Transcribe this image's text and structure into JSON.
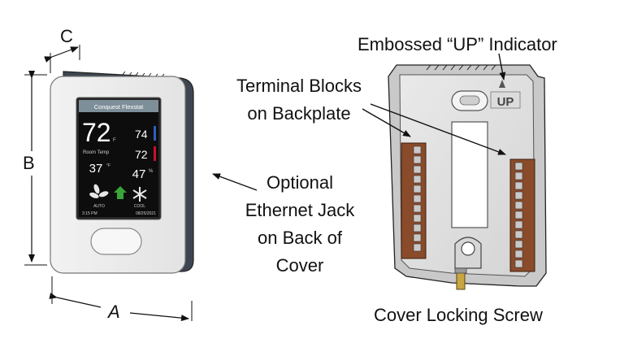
{
  "dimensions": {
    "a": "A",
    "b": "B",
    "c": "C"
  },
  "thermostat": {
    "brand": "Conquest Flexstat",
    "main_temp": "72",
    "main_unit": "F",
    "setpoint_top": "74",
    "setpoint_bottom": "72",
    "room_label": "Room Temp",
    "secondary_temp": "37",
    "secondary_unit": "°F",
    "humidity_value": "47",
    "humidity_unit": "%",
    "fan_label": "AUTO",
    "mode_label": "COOL",
    "clock_text": "3:15 PM",
    "date_text": "08/25/2021"
  },
  "labels": {
    "up_indicator": "Embossed “UP” Indicator",
    "terminal_line1": "Terminal Blocks",
    "terminal_line2": "on Backplate",
    "ethernet_line1": "Optional",
    "ethernet_line2": "Ethernet Jack",
    "ethernet_line3": "on Back of",
    "ethernet_line4": "Cover",
    "screw": "Cover Locking Screw"
  },
  "backplate": {
    "embossed_text": "UP"
  },
  "colors": {
    "screen_bg": "#0d0d0d",
    "green": "#3aa53a",
    "red_bar": "#c8102e",
    "blue_bar": "#2f5ec4",
    "terminal": "#8a4b2a"
  }
}
